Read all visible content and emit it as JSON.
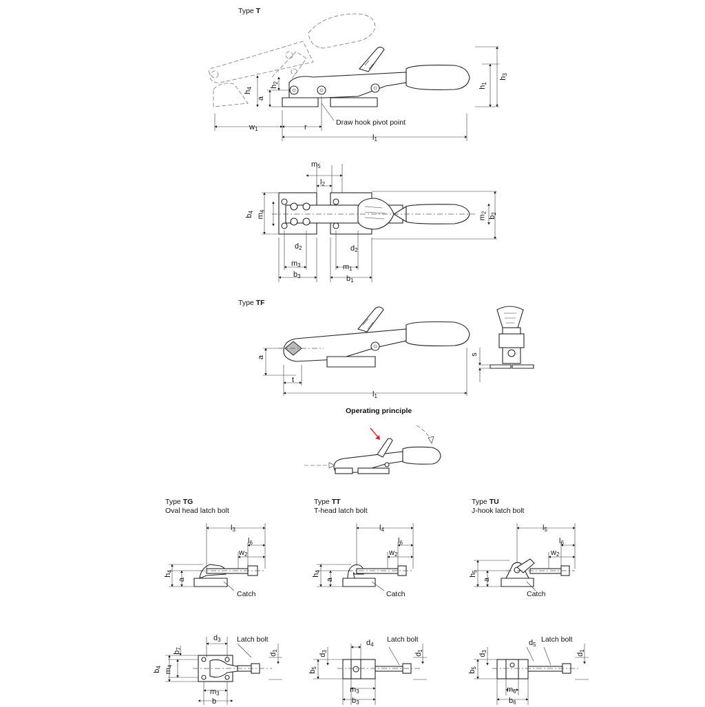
{
  "titles": {
    "type_t_prefix": "Type ",
    "type_t_code": "T",
    "type_tf_prefix": "Type ",
    "type_tf_code": "TF",
    "operating": "Operating principle",
    "tg_prefix": "Type ",
    "tg_code": "TG",
    "tg_desc": "Oval head latch bolt",
    "tt_prefix": "Type ",
    "tt_code": "TT",
    "tt_desc": "T-head latch bolt",
    "tu_prefix": "Type ",
    "tu_code": "TU",
    "tu_desc": "J-hook latch bolt"
  },
  "callouts": {
    "pivot": "Draw hook pivot point",
    "catch": "Catch",
    "latch_bolt": "Latch bolt"
  },
  "dims": {
    "h4": "h",
    "h4s": "4",
    "h2": "h",
    "h2s": "2",
    "a": "a",
    "h1": "h",
    "h1s": "1",
    "h3": "h",
    "h3s": "3",
    "w1": "w",
    "w1s": "1",
    "r": "r",
    "l1": "l",
    "l1s": "1",
    "m5": "m",
    "m5s": "5",
    "l2": "l",
    "l2s": "2",
    "b4": "b",
    "b4s": "4",
    "m4": "m",
    "m4s": "4",
    "m2": "m",
    "m2s": "2",
    "b2": "b",
    "b2s": "2",
    "d2": "d",
    "d2s": "2",
    "m3": "m",
    "m3s": "3",
    "m1": "m",
    "m1s": "1",
    "b3": "b",
    "b3s": "3",
    "b1": "b",
    "b1s": "1",
    "s": "s",
    "t": "t",
    "l3": "l",
    "l3s": "3",
    "l6": "l",
    "l6s": "6",
    "w2": "w",
    "w2s": "2",
    "l4": "l",
    "l4s": "4",
    "l5": "l",
    "l5s": "5",
    "h5": "h",
    "h5s": "5",
    "d3": "d",
    "d3s": "3",
    "d1": "d",
    "d1s": "1",
    "b7": "b",
    "b7s": "7",
    "d4": "d",
    "d4s": "4",
    "b5": "b",
    "b5s": "5",
    "d5": "d",
    "d5s": "5",
    "m6": "m",
    "m6s": "6",
    "b6": "b",
    "b6s": "6",
    "b": "b"
  },
  "colors": {
    "line": "#222222",
    "arrow": "#e02020",
    "fill": "#bbbbbb"
  }
}
